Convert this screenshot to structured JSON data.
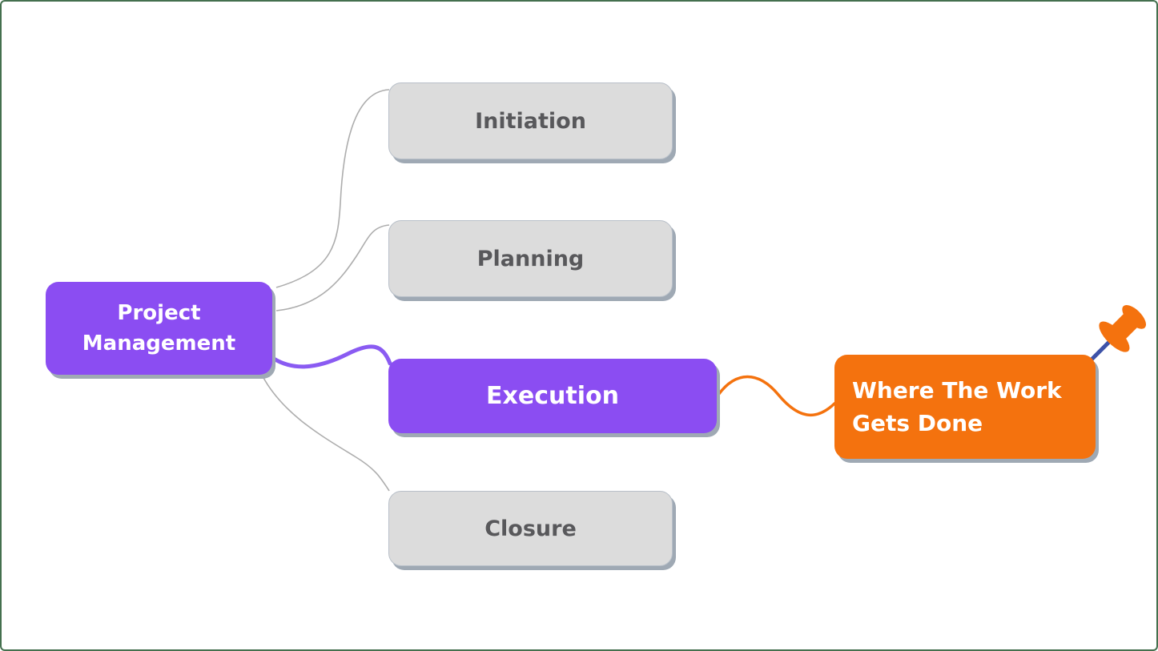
{
  "colors": {
    "canvas_border": "#44704E",
    "background": "#FFFFFF",
    "purple": "#8B4DF2",
    "orange": "#F4720E",
    "gray_node": "#DCDCDC",
    "gray_node_border": "#B9C0C9",
    "node_shadow": "#9FA9B4",
    "gray_text": "#58585B",
    "white_text": "#FFFFFF",
    "connector_gray": "#ADADAD",
    "connector_purple": "#8A5BF2",
    "connector_orange": "#F4720E",
    "pin_needle": "#3D52A8",
    "pin_dot": "#3C3C3C"
  },
  "mindmap": {
    "root": {
      "label": "Project Management"
    },
    "branches": [
      {
        "label": "Initiation"
      },
      {
        "label": "Planning"
      },
      {
        "label": "Execution"
      },
      {
        "label": "Closure"
      }
    ],
    "callout": {
      "label": "Where The Work Gets Done"
    }
  },
  "icons": {
    "pushpin": "pushpin-icon"
  }
}
